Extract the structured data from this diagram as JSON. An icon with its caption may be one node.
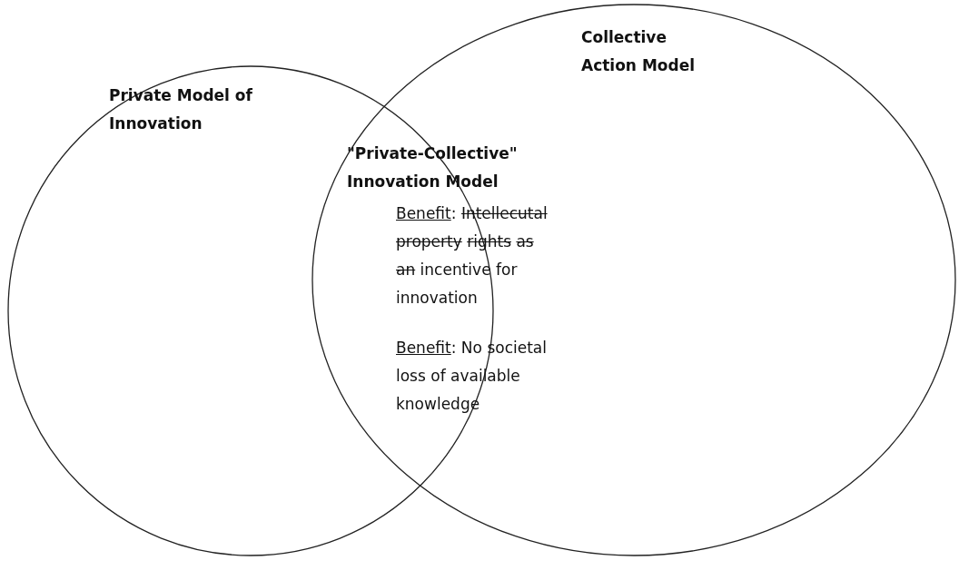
{
  "diagram": {
    "nodes": [
      {
        "text": [
          "Private Model of Innovation"
        ]
      },
      {
        "text": [
          "Collective Action Model"
        ]
      },
      {
        "text": [
          "\"Private-Collective\" Innovation Model",
          "Benefit: Intellecutal property rights as an incentive for innovation",
          "Benefit: No societal loss of available knowledge"
        ]
      }
    ]
  }
}
